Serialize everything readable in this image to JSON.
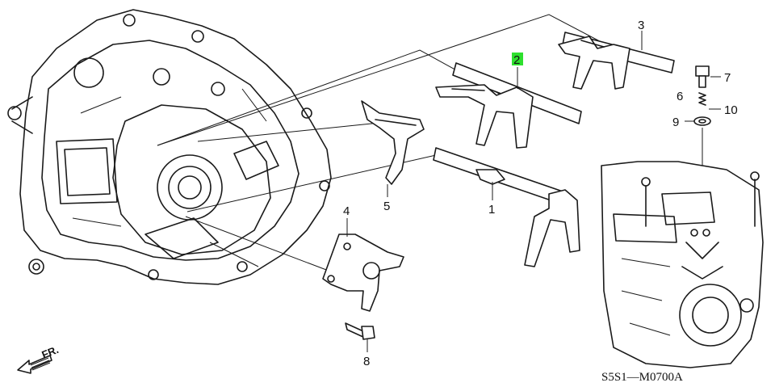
{
  "diagram": {
    "parts": [
      {
        "id": "1",
        "label": "1"
      },
      {
        "id": "2",
        "label": "2",
        "highlight": "#2ee02e"
      },
      {
        "id": "3",
        "label": "3"
      },
      {
        "id": "4",
        "label": "4"
      },
      {
        "id": "5",
        "label": "5"
      },
      {
        "id": "6",
        "label": "6"
      },
      {
        "id": "7",
        "label": "7"
      },
      {
        "id": "8",
        "label": "8"
      },
      {
        "id": "9",
        "label": "9"
      },
      {
        "id": "10",
        "label": "10"
      }
    ],
    "direction_label": "FR.",
    "diagram_code": "S5S1—M0700A"
  }
}
